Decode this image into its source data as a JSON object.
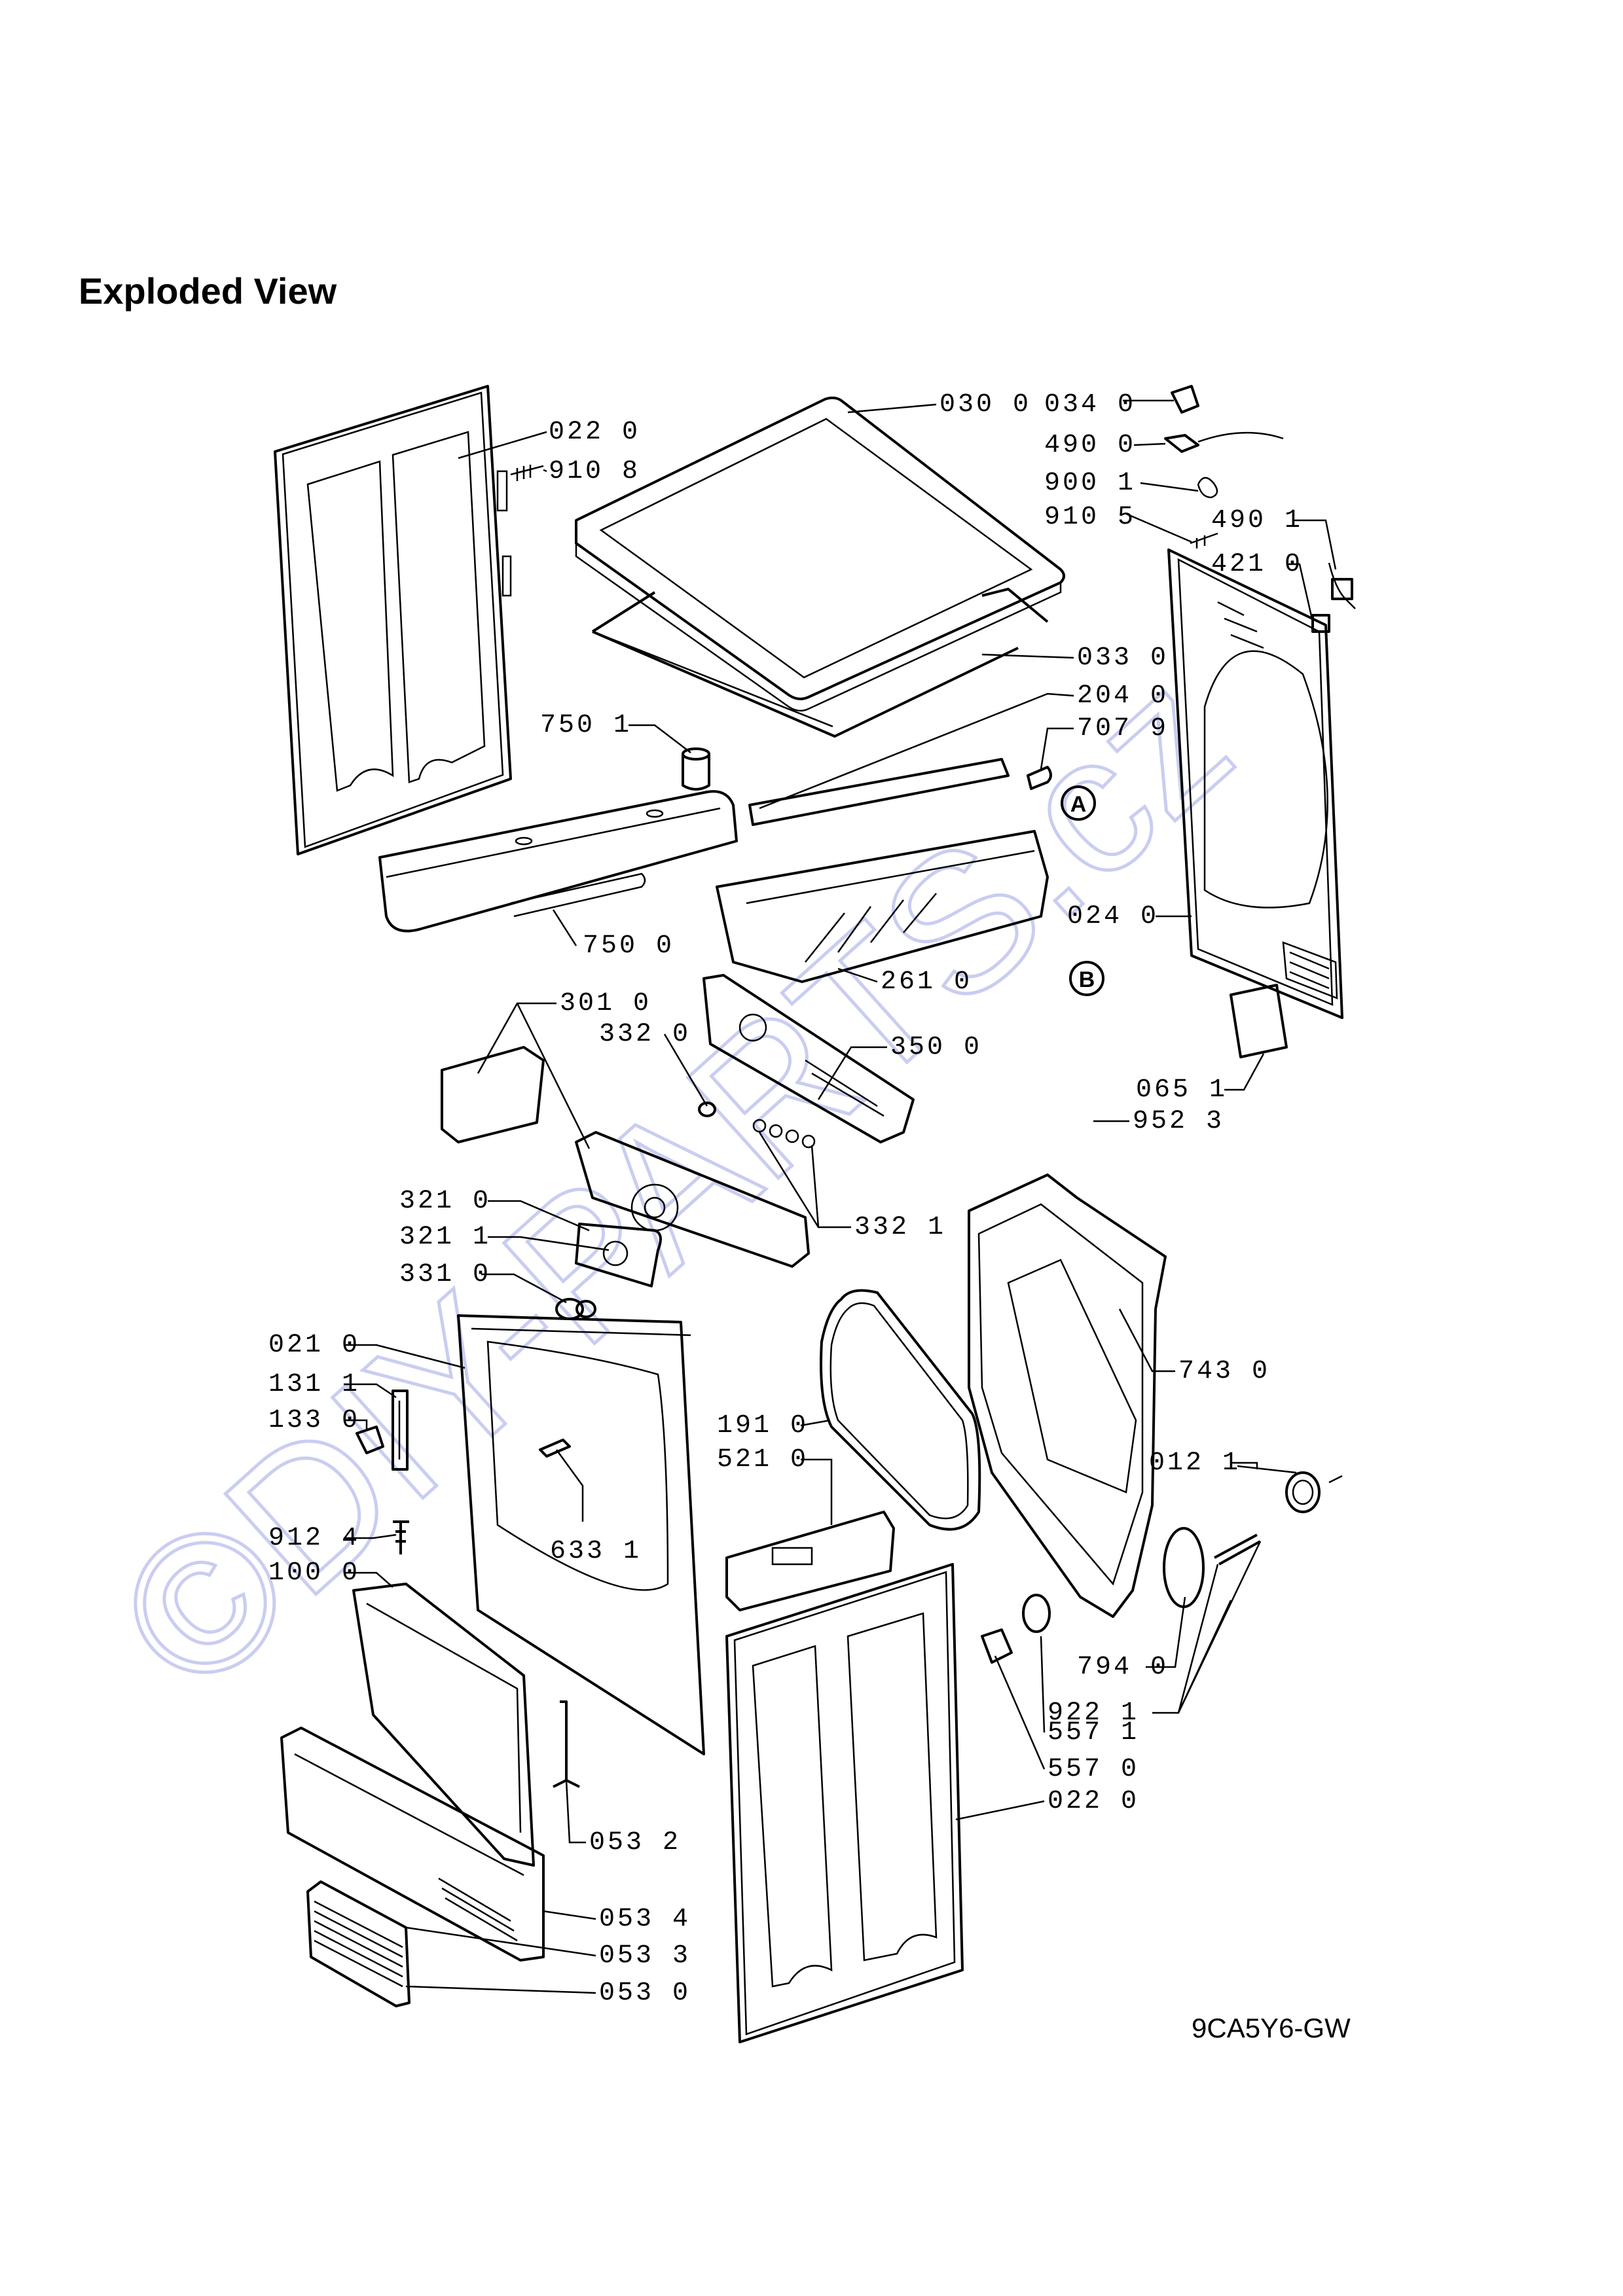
{
  "page": {
    "title": "Exploded View",
    "model_code": "9CA5Y6-GW",
    "watermark_text": "©DIY-PARTS.cz"
  },
  "callouts": {
    "a": "A",
    "b": "B"
  },
  "labels": {
    "p0220_top": "022 0",
    "p9108": "910 8",
    "p0300": "030 0",
    "p0340": "034 0",
    "p4900": "490 0",
    "p9001": "900 1",
    "p9105": "910 5",
    "p4901": "490 1",
    "p4210": "421 0",
    "p0330": "033 0",
    "p2040": "204 0",
    "p7079": "707 9",
    "p7501": "750 1",
    "p7500": "750 0",
    "p2610": "261 0",
    "p0240": "024 0",
    "p3010": "301 0",
    "p3320": "332 0",
    "p3500": "350 0",
    "p0651": "065 1",
    "p9523": "952 3",
    "p3210": "321 0",
    "p3211": "321 1",
    "p3321": "332 1",
    "p3310": "331 0",
    "p0210": "021 0",
    "p1311": "131 1",
    "p1330": "133 0",
    "p7430": "743 0",
    "p1910": "191 0",
    "p5210": "521 0",
    "p0121": "012 1",
    "p6331": "633 1",
    "p9124": "912 4",
    "p1000": "100 0",
    "p7940": "794 0",
    "p9221": "922 1",
    "p5571": "557 1",
    "p5570": "557 0",
    "p0220_bottom": "022 0",
    "p0532": "053 2",
    "p0534": "053 4",
    "p0533": "053 3",
    "p0530": "053 0"
  },
  "colors": {
    "line": "#000000",
    "watermark": "#c9cdf0",
    "background": "#ffffff"
  }
}
